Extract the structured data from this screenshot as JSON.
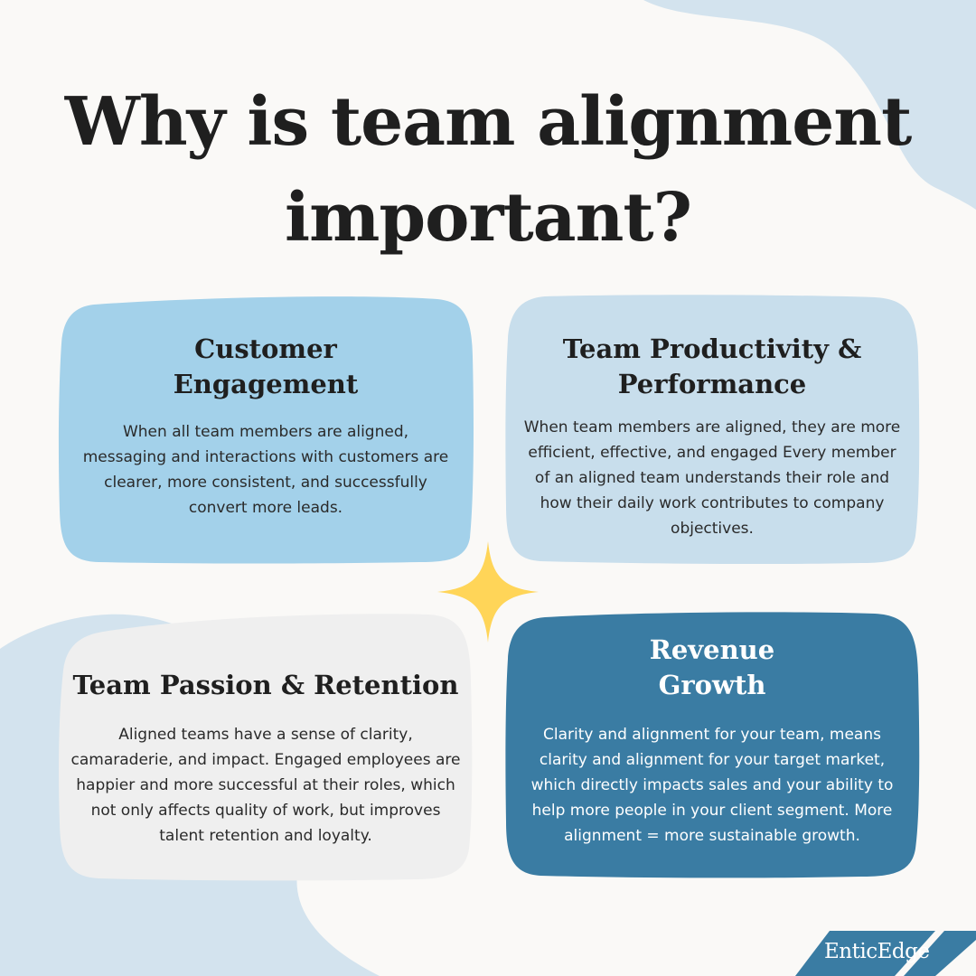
{
  "title": "Why is team alignment important?",
  "cards": {
    "customer_engagement": {
      "heading": "Customer\nEngagement",
      "body": "When all team members are aligned, messaging and interactions with customers are clearer, more consistent, and successfully convert more leads."
    },
    "team_productivity": {
      "heading": "Team Productivity &\nPerformance",
      "body": "When team members are aligned, they are more efficient, effective, and engaged Every member of an aligned team understands their role and how their daily work contributes to company objectives."
    },
    "team_passion": {
      "heading": "Team Passion & Retention",
      "body": "Aligned teams have a sense of clarity, camaraderie, and impact. Engaged employees are happier and more successful at their roles, which not only affects quality of work, but improves talent retention and loyalty."
    },
    "revenue_growth": {
      "heading": "Revenue\nGrowth",
      "body": "Clarity and alignment for your team, means clarity and alignment for your target market, which directly impacts sales and your ability to help more people in your client segment. More alignment = more sustainable growth."
    }
  },
  "brand": "EnticEdge",
  "colors": {
    "background": "#faf9f7",
    "blob": "#d3e3ee",
    "customer_engagement": "#a3d1ea",
    "team_productivity": "#c8deec",
    "team_passion": "#efefef",
    "revenue_growth": "#3a7ca3",
    "star": "#ffd558",
    "brand_bar": "#3a7ca3"
  }
}
